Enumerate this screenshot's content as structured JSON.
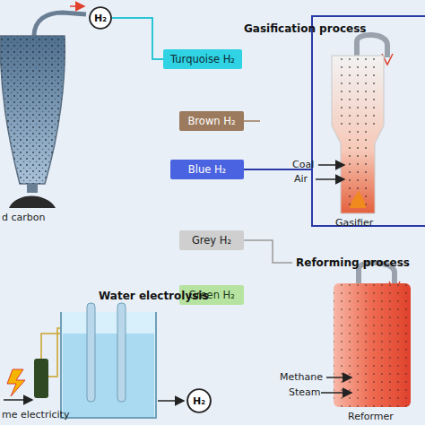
{
  "diagram": {
    "nodes": [
      {
        "text": [
          "H₂"
        ]
      },
      {
        "text": [
          "Turquoise H₂"
        ]
      },
      {
        "text": [
          "Brown H₂"
        ]
      },
      {
        "text": [
          "Blue H₂"
        ]
      },
      {
        "text": [
          "Grey H₂"
        ]
      },
      {
        "text": [
          "Green H₂"
        ]
      },
      {
        "text": [
          "H₂"
        ]
      }
    ],
    "edges": [
      {
        "from": 0,
        "to": 1,
        "arrow": "none"
      }
    ],
    "labels": [
      "Gasification process",
      "Coal",
      "Air",
      "Gasifier",
      "Reforming process",
      "Methane",
      "Steam",
      "Reformer",
      "Water electrolysis",
      "d carbon",
      "me electricity"
    ]
  }
}
